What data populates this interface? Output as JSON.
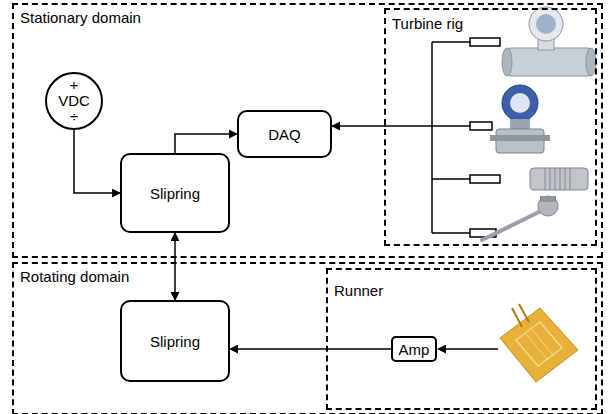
{
  "diagram": {
    "nodes": [
      {
        "text": [
          "Stationary domain"
        ]
      },
      {
        "text": [
          "Turbine rig"
        ],
        "in": 0
      },
      {
        "text": [
          "+",
          "VDC",
          "÷"
        ],
        "in": 0
      },
      {
        "text": [
          "DAQ"
        ],
        "in": 0
      },
      {
        "text": [
          "Slipring"
        ],
        "in": 0
      },
      {
        "text": [
          "Rotating domain"
        ]
      },
      {
        "text": [
          "Runner"
        ],
        "in": 5
      },
      {
        "text": [
          "Slipring"
        ],
        "in": 5
      },
      {
        "text": [
          "Amp"
        ],
        "in": 6
      }
    ],
    "edges": [
      {
        "from": 2,
        "to": 4,
        "arrow": "to"
      },
      {
        "from": 4,
        "to": 3,
        "arrow": "to"
      },
      {
        "from": 1,
        "to": 3,
        "arrow": "to"
      },
      {
        "from": 4,
        "to": 7,
        "arrow": "both"
      },
      {
        "from": 8,
        "to": 7,
        "arrow": "to"
      }
    ]
  }
}
